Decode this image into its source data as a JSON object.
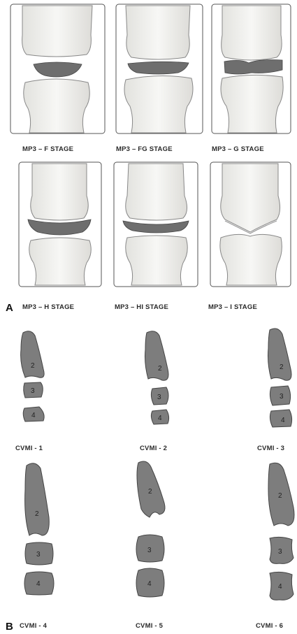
{
  "panel_a": {
    "label": "A",
    "stages": [
      {
        "caption": "MP3 – F  STAGE"
      },
      {
        "caption": "MP3 – FG STAGE"
      },
      {
        "caption": "MP3 – G  STAGE"
      },
      {
        "caption": "MP3 – H  STAGE"
      },
      {
        "caption": "MP3 – HI  STAGE"
      },
      {
        "caption": "MP3 – I  STAGE"
      }
    ]
  },
  "panel_b": {
    "label": "B",
    "stages": [
      {
        "caption": "CVMI - 1",
        "vertebrae": [
          "2",
          "3",
          "4"
        ]
      },
      {
        "caption": "CVMI - 2",
        "vertebrae": [
          "2",
          "3",
          "4"
        ]
      },
      {
        "caption": "CVMI - 3",
        "vertebrae": [
          "2",
          "3",
          "4"
        ]
      },
      {
        "caption": "CVMI - 4",
        "vertebrae": [
          "2",
          "3",
          "4"
        ]
      },
      {
        "caption": "CVMI - 5",
        "vertebrae": [
          "2",
          "3",
          "4"
        ]
      },
      {
        "caption": "CVMI - 6",
        "vertebrae": [
          "2",
          "3",
          "4"
        ]
      }
    ]
  },
  "colors": {
    "bone_fill": "#f1f1ef",
    "bone_stroke": "#8a8a8a",
    "epiphysis_fill": "#6e6e6e",
    "vertebra_fill": "#7d7d7d",
    "vertebra_stroke": "#444444",
    "frame_stroke": "#555555"
  }
}
